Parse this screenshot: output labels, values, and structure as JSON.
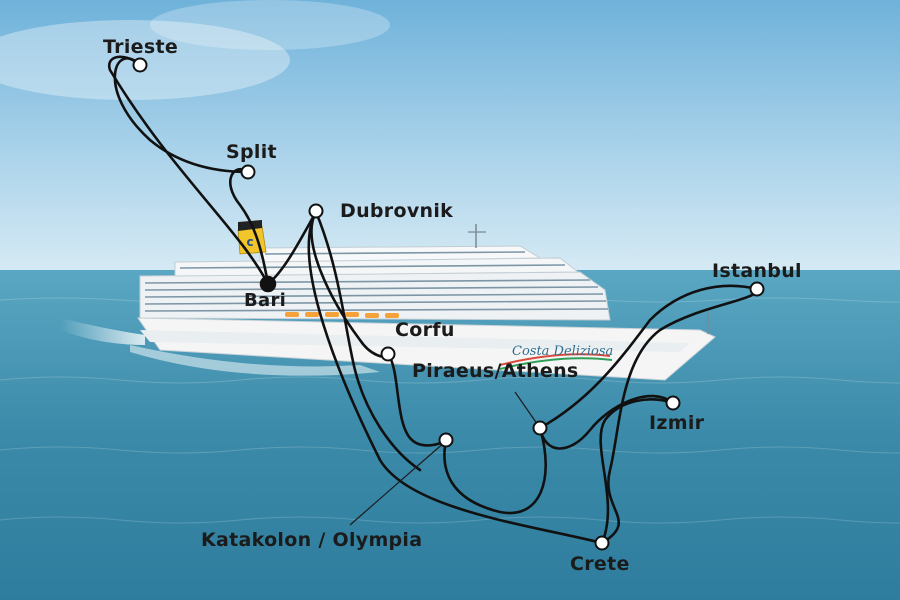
{
  "colors": {
    "sky_top": "#6fb4dc",
    "sky_bottom": "#cfe6f3",
    "sea": "#3f8fae",
    "route": "#111111",
    "port_fill": "#ffffff",
    "ship_hull": "#f4f4f4",
    "funnel": "#f2c62b"
  },
  "map": {
    "ship_name": "Costa Deliziosa",
    "home_port": {
      "name": "Bari",
      "icon": "filled-dot"
    },
    "ports": [
      {
        "id": "trieste",
        "name": "Trieste"
      },
      {
        "id": "split",
        "name": "Split"
      },
      {
        "id": "dubrovnik",
        "name": "Dubrovnik"
      },
      {
        "id": "corfu",
        "name": "Corfu"
      },
      {
        "id": "piraeus",
        "name": "Piraeus/Athens"
      },
      {
        "id": "istanbul",
        "name": "Istanbul"
      },
      {
        "id": "izmir",
        "name": "Izmir"
      },
      {
        "id": "katakolon",
        "name": "Katakolon / Olympia"
      },
      {
        "id": "crete",
        "name": "Crete"
      }
    ]
  }
}
